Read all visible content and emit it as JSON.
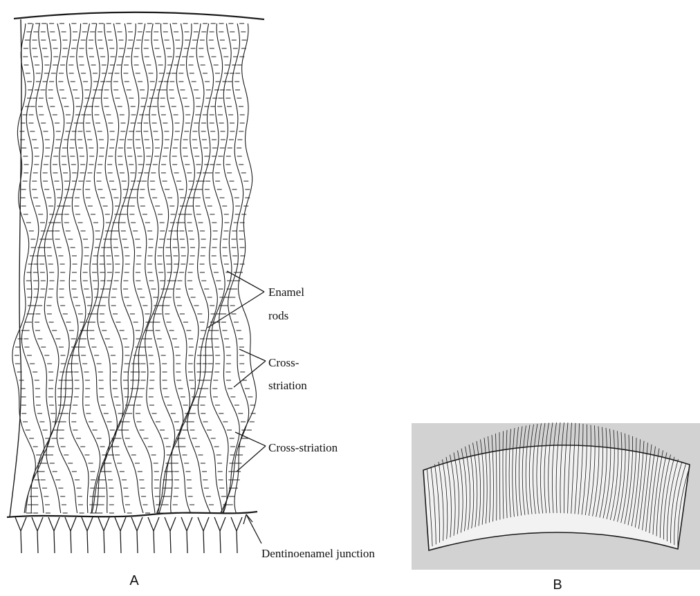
{
  "figure_a": {
    "label": "A",
    "annotations": {
      "enamel_rods": [
        "Enamel",
        "rods"
      ],
      "cross_striation_upper": [
        "Cross-",
        "striation"
      ],
      "cross_striation_lower": "Cross-striation",
      "dentinoenamel_junction": "Dentinoenamel  junction"
    }
  },
  "figure_b": {
    "label": "B"
  },
  "colors": {
    "ink": "#1a1a1a",
    "paper": "#ffffff",
    "photo_background": "#d2d2d2",
    "photo_band": "#f2f2f2"
  }
}
